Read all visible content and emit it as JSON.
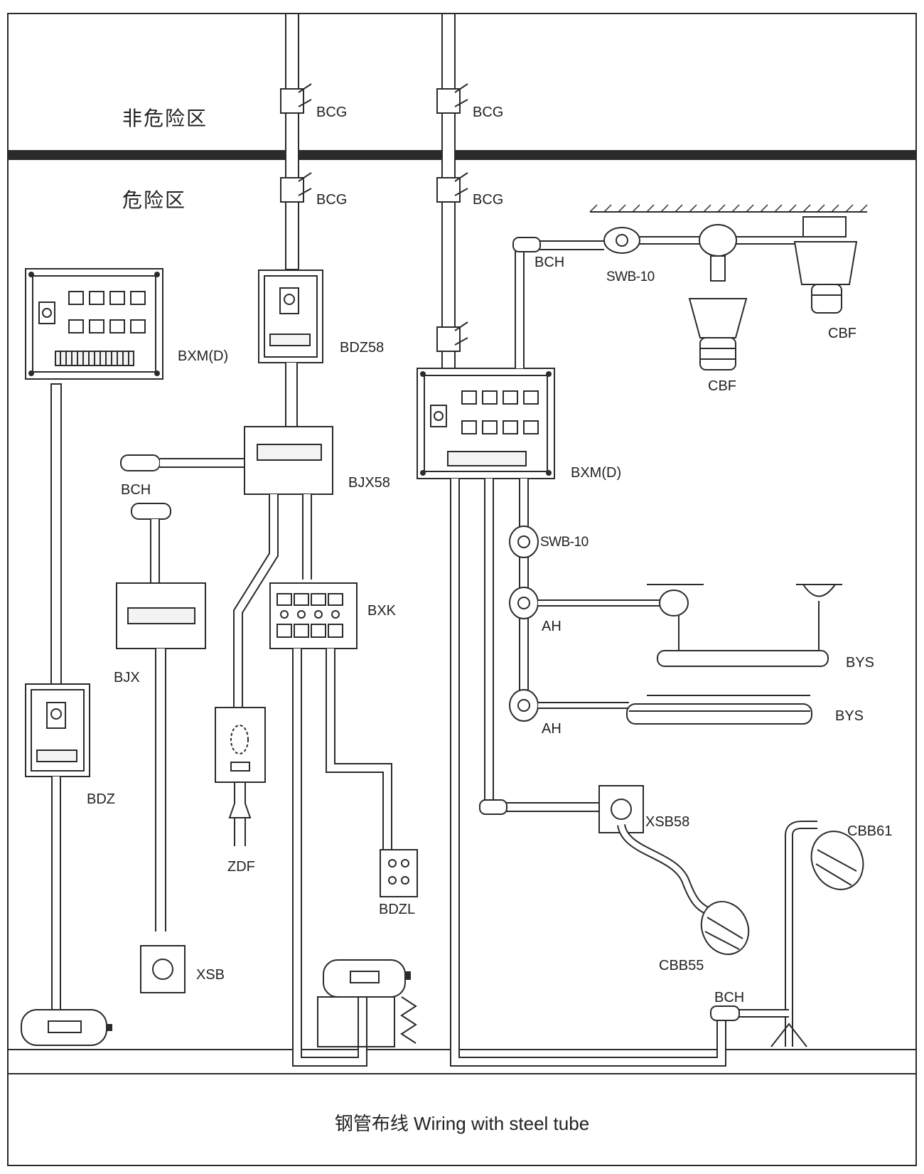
{
  "zones": {
    "non_hazardous": "非危险区",
    "hazardous": "危险区"
  },
  "caption": "钢管布线  Wiring with steel tube",
  "labels": {
    "bcg_1": "BCG",
    "bcg_2": "BCG",
    "bcg_3": "BCG",
    "bcg_4": "BCG",
    "bch_top": "BCH",
    "swb_top": "SWB-10",
    "cbf_1": "CBF",
    "cbf_2": "CBF",
    "bxm_left": "BXM(D)",
    "bdz58": "BDZ58",
    "bch_left": "BCH",
    "bjx58": "BJX58",
    "bxm_right": "BXM(D)",
    "swb_mid": "SWB-10",
    "ah_1": "AH",
    "ah_2": "AH",
    "bys_1": "BYS",
    "bys_2": "BYS",
    "bxk": "BXK",
    "bjx": "BJX",
    "bdz": "BDZ",
    "zdf": "ZDF",
    "bdzl": "BDZL",
    "xsb": "XSB",
    "xsb58": "XSB58",
    "cbb61": "CBB61",
    "cbb55": "CBB55",
    "bch_bottom": "BCH"
  }
}
